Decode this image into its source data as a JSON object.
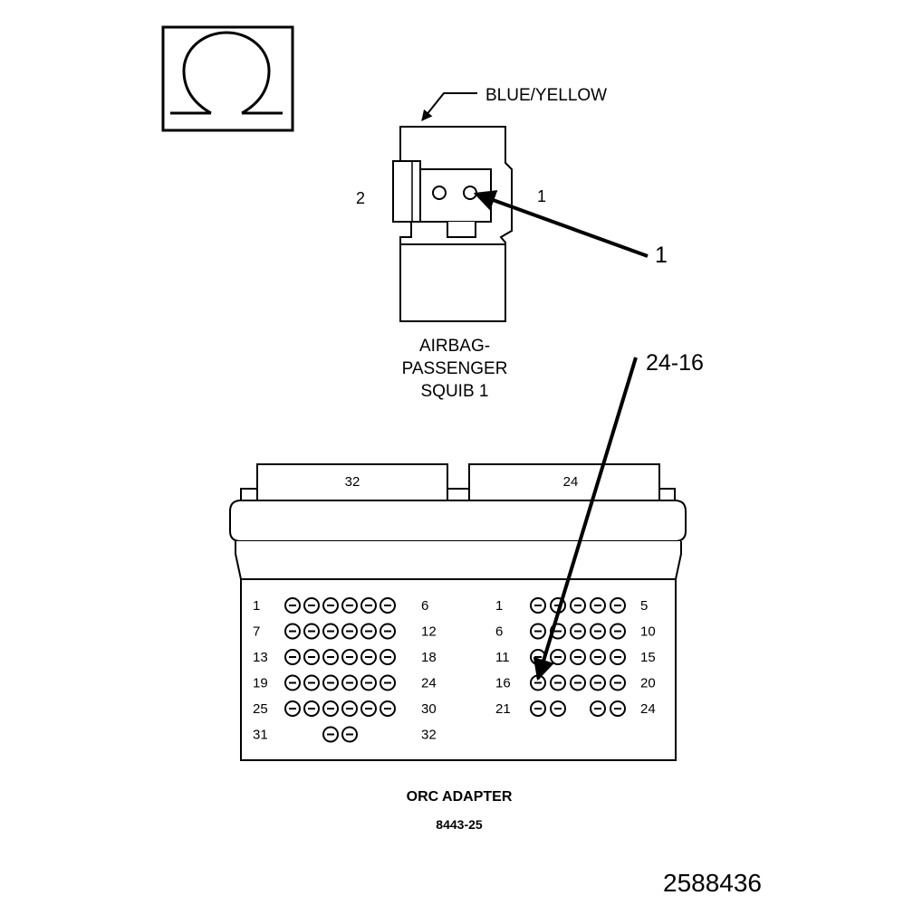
{
  "meter_symbol": {
    "icon": "ohm-icon"
  },
  "connector": {
    "wire_color": "BLUE/YELLOW",
    "pin_left": "2",
    "pin_right": "1",
    "callout": "1",
    "name_lines": [
      "AIRBAG-",
      "PASSENGER",
      "SQUIB 1"
    ]
  },
  "adapter": {
    "callout": "24-16",
    "connector_left_label": "32",
    "connector_right_label": "24",
    "left_rows": [
      {
        "start": "1",
        "end": "6",
        "pins": 6
      },
      {
        "start": "7",
        "end": "12",
        "pins": 6
      },
      {
        "start": "13",
        "end": "18",
        "pins": 6
      },
      {
        "start": "19",
        "end": "24",
        "pins": 6
      },
      {
        "start": "25",
        "end": "30",
        "pins": 6
      },
      {
        "start": "31",
        "end": "32",
        "pins": 2
      }
    ],
    "right_rows": [
      {
        "start": "1",
        "end": "5",
        "pins": 5
      },
      {
        "start": "6",
        "end": "10",
        "pins": 5
      },
      {
        "start": "11",
        "end": "15",
        "pins": 5
      },
      {
        "start": "16",
        "end": "20",
        "pins": 5
      },
      {
        "start": "21",
        "end": "24",
        "pins": 4
      }
    ],
    "title": "ORC ADAPTER",
    "part_number": "8443-25"
  },
  "figure_number": "2588436"
}
